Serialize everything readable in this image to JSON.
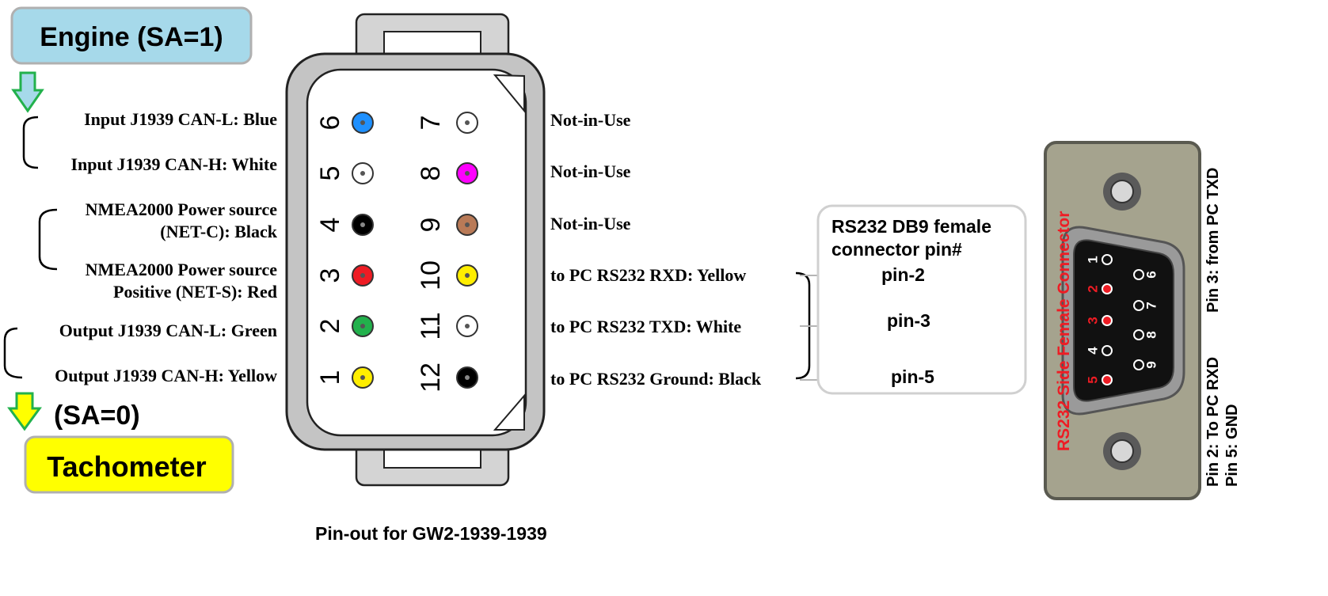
{
  "title": "Pin-out for GW2-1939-1939",
  "engine_box": {
    "label": "Engine (SA=1)",
    "color": "#a6d9ea"
  },
  "tachometer_box": {
    "label": "Tachometer",
    "color": "#ffff00",
    "sa_label": "(SA=0)"
  },
  "arrow_colors": {
    "down_top_fill": "#a6d9ea",
    "down_bottom_fill": "#ffff00",
    "stroke": "#22b14c"
  },
  "left_labels": {
    "pin6": "Input J1939 CAN-L: Blue",
    "pin5": "Input J1939 CAN-H: White",
    "pin4_line1": "NMEA2000 Power source",
    "pin4_line2": "(NET-C):  Black",
    "pin3_line1": "NMEA2000 Power source",
    "pin3_line2": "Positive (NET-S): Red",
    "pin2": "Output J1939 CAN-L: Green",
    "pin1": "Output J1939 CAN-H: Yellow"
  },
  "right_labels": {
    "pin7": "Not-in-Use",
    "pin8": "Not-in-Use",
    "pin9": "Not-in-Use",
    "pin10": "to PC RS232 RXD: Yellow",
    "pin11": "to PC RS232 TXD: White",
    "pin12": "to PC RS232 Ground: Black"
  },
  "connector_pins": [
    {
      "num": "6",
      "color": "#1e90ff"
    },
    {
      "num": "5",
      "color": "#ffffff"
    },
    {
      "num": "4",
      "color": "#000000"
    },
    {
      "num": "3",
      "color": "#ee1c24"
    },
    {
      "num": "2",
      "color": "#22b14c"
    },
    {
      "num": "1",
      "color": "#ffee00"
    },
    {
      "num": "7",
      "color": "#ffffff"
    },
    {
      "num": "8",
      "color": "#ff00ff"
    },
    {
      "num": "9",
      "color": "#b97a57"
    },
    {
      "num": "10",
      "color": "#ffee00"
    },
    {
      "num": "11",
      "color": "#ffffff"
    },
    {
      "num": "12",
      "color": "#000000"
    }
  ],
  "db9_box": {
    "title_line1": "RS232 DB9 female",
    "title_line2": "connector pin#",
    "pins": [
      "pin-2",
      "pin-3",
      "pin-5"
    ]
  },
  "db9_connector": {
    "side_label": "RS232 Side Female Connector",
    "pin_numbers": [
      "1",
      "2",
      "3",
      "4",
      "5",
      "6",
      "7",
      "8",
      "9"
    ],
    "pin3_note": "Pin 3: from PC TXD",
    "pin2_note": "Pin 2: To PC RXD",
    "pin5_note": "Pin 5: GND"
  }
}
